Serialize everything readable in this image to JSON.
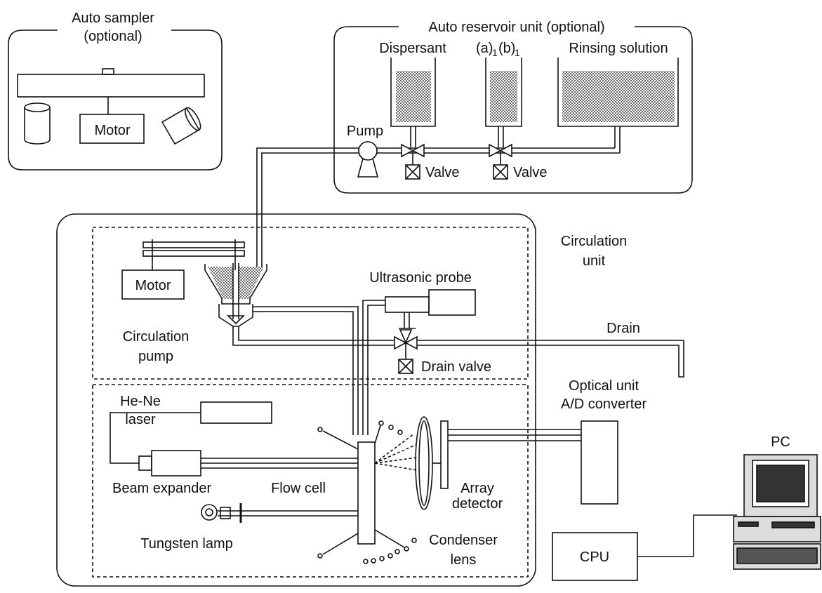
{
  "auto_sampler": {
    "title_line1": "Auto sampler",
    "title_line2": "(optional)",
    "motor_label": "Motor"
  },
  "reservoir": {
    "title": "Auto reservoir unit (optional)",
    "dispersant_label": "Dispersant",
    "tank2_a": "(a)",
    "tank2_sub1": "1",
    "tank2_b": "(b)",
    "tank2_sub2": "1",
    "rinsing_label": "Rinsing solution",
    "pump_label": "Pump",
    "valve1_label": "Valve",
    "valve2_label": "Valve"
  },
  "circulation_unit": {
    "title_line1": "Circulation",
    "title_line2": "unit",
    "motor_label": "Motor",
    "pump_label_line1": "Circulation",
    "pump_label_line2": "pump",
    "ultrasonic_label": "Ultrasonic probe",
    "drain_label": "Drain",
    "drain_valve_label": "Drain valve"
  },
  "optical_unit": {
    "title_line1": "Optical unit",
    "title_line2": "A/D converter",
    "laser_line1": "He-Ne",
    "laser_line2": "laser",
    "beam_expander_label": "Beam expander",
    "flow_cell_label": "Flow cell",
    "array_detector_line1": "Array",
    "array_detector_line2": "detector",
    "tungsten_label": "Tungsten lamp",
    "condenser_line1": "Condenser",
    "condenser_line2": "lens"
  },
  "cpu_label": "CPU",
  "pc_label": "PC",
  "colors": {
    "line": "#111111",
    "fill_hatch": "#8a8a8a",
    "background": "#ffffff"
  }
}
